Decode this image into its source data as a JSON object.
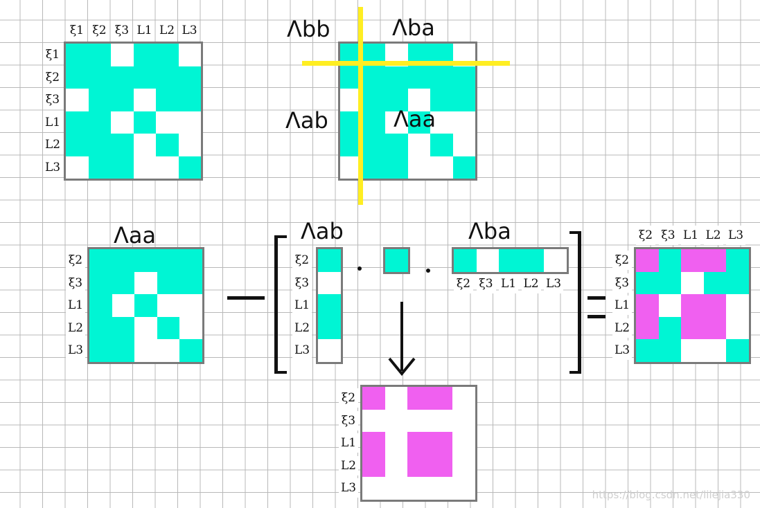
{
  "colors": {
    "cyan": "#00f5d4",
    "magenta": "#f060f0",
    "yellow": "#ffee22",
    "border": "#7a7a7a",
    "empty": "#ffffff"
  },
  "full_labels": [
    "ξ1",
    "ξ2",
    "ξ3",
    "L1",
    "L2",
    "L3"
  ],
  "sub_labels": [
    "ξ2",
    "ξ3",
    "L1",
    "L2",
    "L3"
  ],
  "ab_labels": [
    "ξ2",
    "ξ3",
    "L1",
    "L2",
    "L3"
  ],
  "titles": {
    "bb": "Λbb",
    "ba": "Λba",
    "ab": "Λab",
    "aa": "Λaa",
    "aa_bottom": "Λaa",
    "ab_bottom": "Λab",
    "ba_bottom": "Λba"
  },
  "matrices": {
    "info_full": [
      [
        1,
        1,
        0,
        1,
        1,
        0
      ],
      [
        1,
        1,
        1,
        1,
        1,
        1
      ],
      [
        0,
        1,
        1,
        0,
        1,
        1
      ],
      [
        1,
        1,
        0,
        1,
        0,
        0
      ],
      [
        1,
        1,
        1,
        0,
        1,
        0
      ],
      [
        0,
        1,
        1,
        0,
        0,
        1
      ]
    ],
    "partitioned": [
      [
        1,
        1,
        0,
        1,
        1,
        0
      ],
      [
        1,
        1,
        1,
        1,
        1,
        1
      ],
      [
        0,
        1,
        1,
        0,
        1,
        1
      ],
      [
        1,
        1,
        0,
        1,
        0,
        0
      ],
      [
        1,
        1,
        1,
        0,
        1,
        0
      ],
      [
        0,
        1,
        1,
        0,
        0,
        1
      ]
    ],
    "aa": [
      [
        1,
        1,
        1,
        1,
        1
      ],
      [
        1,
        1,
        0,
        1,
        1
      ],
      [
        1,
        0,
        1,
        0,
        0
      ],
      [
        1,
        1,
        0,
        1,
        0
      ],
      [
        1,
        1,
        0,
        0,
        1
      ]
    ],
    "ab": [
      1,
      0,
      1,
      1,
      0
    ],
    "bb": [
      1
    ],
    "ba": [
      1,
      0,
      1,
      1,
      0
    ],
    "fill_in": [
      [
        2,
        0,
        2,
        2,
        0
      ],
      [
        0,
        0,
        0,
        0,
        0
      ],
      [
        2,
        0,
        2,
        2,
        0
      ],
      [
        2,
        0,
        2,
        2,
        0
      ],
      [
        0,
        0,
        0,
        0,
        0
      ]
    ],
    "result": [
      [
        2,
        1,
        2,
        2,
        1
      ],
      [
        1,
        1,
        0,
        1,
        1
      ],
      [
        2,
        0,
        2,
        2,
        0
      ],
      [
        2,
        1,
        2,
        2,
        0
      ],
      [
        1,
        1,
        0,
        0,
        1
      ]
    ]
  },
  "watermark": "https://blog.csdn.net/lilejia330"
}
